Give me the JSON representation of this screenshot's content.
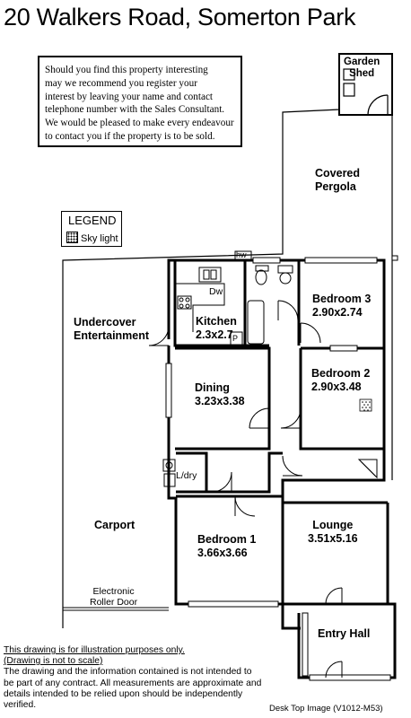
{
  "title": "20 Walkers Road, Somerton Park",
  "notice": {
    "lines": [
      "Should you find this property interesting",
      "may we recommend you register your",
      "interest by leaving your name and contact",
      "telephone number with the Sales Consultant.",
      "We would be pleased to make every endeavour",
      "to contact you if the property is to be sold."
    ]
  },
  "legend": {
    "title": "LEGEND",
    "item": "Sky light"
  },
  "areas": {
    "garden_shed": [
      "Garden",
      "Shed"
    ],
    "covered_pergola": [
      "Covered",
      "Pergola"
    ],
    "undercover_entertainment": [
      "Undercover",
      "Entertainment"
    ],
    "carport": "Carport",
    "roller_door": [
      "Electronic",
      "Roller Door"
    ],
    "entry_hall": "Entry Hall",
    "hw": "hw",
    "dw": "Dw",
    "ldry": "L/dry",
    "pantry": "P"
  },
  "rooms": {
    "kitchen": {
      "name": "Kitchen",
      "size": "2.3x2.7"
    },
    "dining": {
      "name": "Dining",
      "size": "3.23x3.38"
    },
    "bedroom3": {
      "name": "Bedroom 3",
      "size": "2.90x2.74"
    },
    "bedroom2": {
      "name": "Bedroom 2",
      "size": "2.90x3.48"
    },
    "bedroom1": {
      "name": "Bedroom 1",
      "size": "3.66x3.66"
    },
    "lounge": {
      "name": "Lounge",
      "size": "3.51x5.16"
    }
  },
  "disclaimer": {
    "line1": "This drawing is for illustration purposes only.",
    "line2": "(Drawing is not to scale)",
    "body": "The drawing and the information contained is not intended to be part of any contract.  All measurements are approximate and details intended to be relied upon should be independently verified."
  },
  "footer": "Desk Top Image  (V1012-M53)"
}
